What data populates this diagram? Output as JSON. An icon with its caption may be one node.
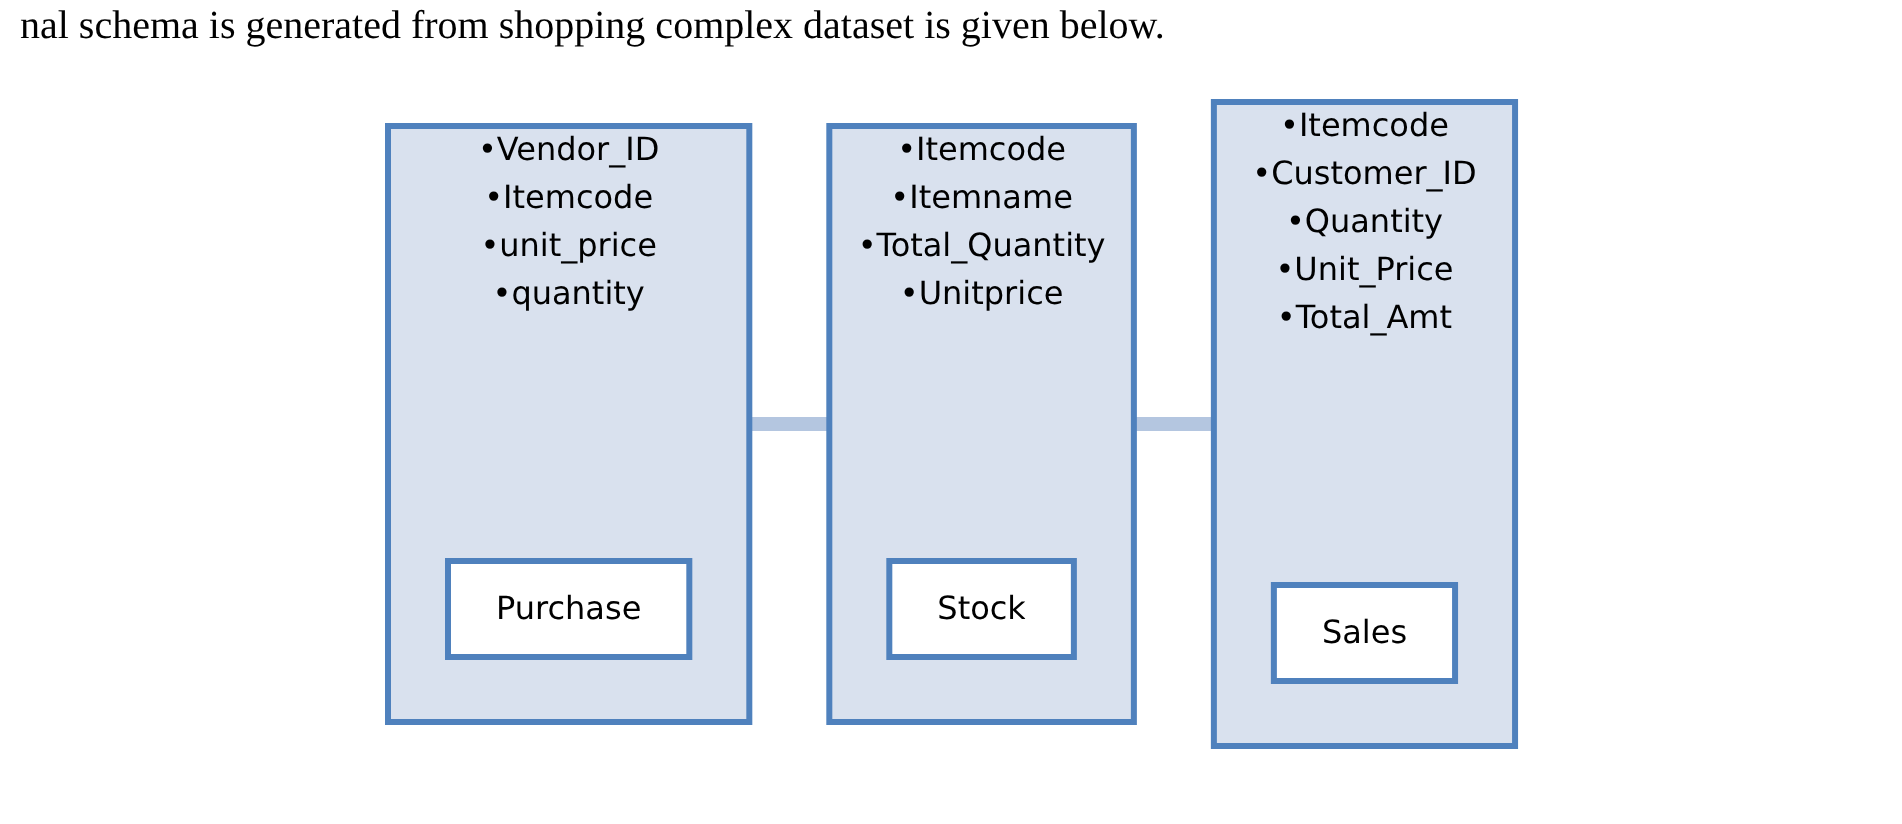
{
  "diagram": {
    "nodes": [
      {
        "text": [
          "•Vendor_ID",
          "•Itemcode",
          "•unit_price",
          "•quantity"
        ]
      },
      {
        "text": [
          "Purchase"
        ],
        "in": 0
      },
      {
        "text": [
          "•Itemcode",
          "•Itemname",
          "•Total_Quantity",
          "•Unitprice"
        ]
      },
      {
        "text": [
          "Stock"
        ],
        "in": 2
      },
      {
        "text": [
          "•Itemcode",
          "•Customer_ID",
          "•Quantity",
          "•Unit_Price",
          "•Total_Amt"
        ]
      },
      {
        "text": [
          "Sales"
        ],
        "in": 4
      }
    ],
    "edges": [
      {
        "from": 0,
        "to": 2,
        "arrow": "none"
      },
      {
        "from": 2,
        "to": 4,
        "arrow": "none"
      }
    ],
    "labels": [
      "nal schema is generated from shopping complex dataset is given below."
    ]
  }
}
